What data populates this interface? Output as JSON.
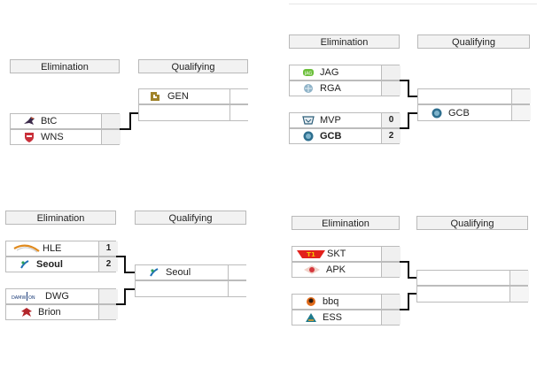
{
  "brackets": [
    {
      "elimination": "Elimination",
      "qualifying": "Qualifying",
      "match": [
        {
          "team": "BtC",
          "score": "",
          "logo": "dragon-icon"
        },
        {
          "team": "WNS",
          "score": "",
          "logo": "shield-icon"
        }
      ],
      "seed": {
        "team": "GEN",
        "logo": "gen-icon"
      },
      "winner": {
        "team": "",
        "logo": ""
      }
    },
    {
      "elimination": "Elimination",
      "qualifying": "Qualifying",
      "top_pair": [
        {
          "team": "JAG",
          "score": "",
          "logo": "jag-icon"
        },
        {
          "team": "RGA",
          "score": "",
          "logo": "rga-icon"
        }
      ],
      "match": [
        {
          "team": "MVP",
          "score": "0",
          "logo": "mvp-icon"
        },
        {
          "team": "GCB",
          "score": "2",
          "logo": "gcb-icon",
          "bold": true
        }
      ],
      "winner": {
        "team": "GCB",
        "logo": "gcb-icon"
      }
    },
    {
      "elimination": "Elimination",
      "qualifying": "Qualifying",
      "match": [
        {
          "team": "HLE",
          "score": "1",
          "logo": "hle-icon"
        },
        {
          "team": "Seoul",
          "score": "2",
          "logo": "seoul-icon",
          "bold": true
        }
      ],
      "match2": [
        {
          "team": "DWG",
          "score": "",
          "logo": "dwg-icon"
        },
        {
          "team": "Brion",
          "score": "",
          "logo": "brion-icon"
        }
      ],
      "winner": {
        "team": "Seoul",
        "logo": "seoul-icon"
      }
    },
    {
      "elimination": "Elimination",
      "qualifying": "Qualifying",
      "match": [
        {
          "team": "SKT",
          "score": "",
          "logo": "skt-icon"
        },
        {
          "team": "APK",
          "score": "",
          "logo": "apk-icon"
        }
      ],
      "match2": [
        {
          "team": "bbq",
          "score": "",
          "logo": "bbq-icon"
        },
        {
          "team": "ESS",
          "score": "",
          "logo": "ess-icon"
        }
      ],
      "winner": {
        "team": "",
        "logo": ""
      }
    }
  ]
}
